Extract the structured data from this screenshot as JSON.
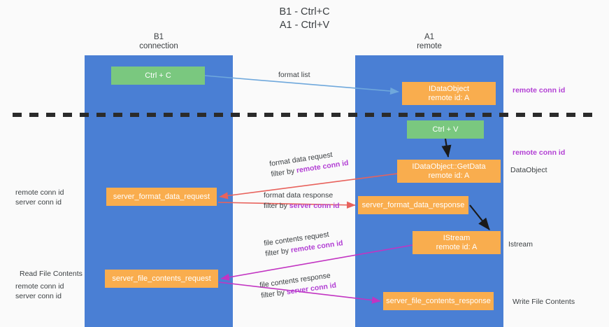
{
  "title": {
    "line1": "B1 - Ctrl+C",
    "line2": "A1 - Ctrl+V"
  },
  "columns": {
    "left": {
      "name": "B1",
      "role": "connection",
      "color": "#4a7fd4"
    },
    "right": {
      "name": "A1",
      "role": "remote",
      "color": "#4a7fd4"
    }
  },
  "colors": {
    "lane": "#4a7fd4",
    "green_box": "#7ac87f",
    "orange_box": "#f9ad4e",
    "remote_conn_id": "#b23fd4",
    "server_conn_id": "#6aa84f",
    "arrow_blue": "#6fa8dc",
    "arrow_red": "#e8625c",
    "arrow_magenta": "#c234c2",
    "arrow_black": "#1a1a1a",
    "divider": "#2b2b2b"
  },
  "boxes": {
    "ctrl_c": {
      "label": "Ctrl + C",
      "style": "green"
    },
    "idataobject": {
      "label": "IDataObject",
      "sub": "remote id: A",
      "style": "orange"
    },
    "ctrl_v": {
      "label": "Ctrl + V",
      "style": "green"
    },
    "getdata": {
      "label": "IDataObject::GetData",
      "sub": "remote id: A",
      "style": "orange"
    },
    "server_format_data_request": {
      "label": "server_format_data_request",
      "style": "orange"
    },
    "server_format_data_response": {
      "label": "server_format_data_response",
      "style": "orange"
    },
    "istream": {
      "label": "IStream",
      "sub": "remote id: A",
      "style": "orange"
    },
    "server_file_contents_request": {
      "label": "server_file_contents_request",
      "style": "orange"
    },
    "server_file_contents_response": {
      "label": "server_file_contents_response",
      "style": "orange"
    }
  },
  "edges": {
    "format_list": {
      "label": "format list"
    },
    "format_data_request": {
      "label": "format data request",
      "filter_prefix": "filter by ",
      "filter_key": "remote conn id"
    },
    "format_data_response": {
      "label": "format data response",
      "filter_prefix": "filter by ",
      "filter_key": "server conn id"
    },
    "file_contents_request": {
      "label": "file contents request",
      "filter_prefix": "filter by ",
      "filter_key": "remote conn id"
    },
    "file_contents_response": {
      "label": "file contents response",
      "filter_prefix": "filter by ",
      "filter_key": "server conn id"
    }
  },
  "annotations": {
    "right_remote_conn_id_top": "remote conn id",
    "right_remote_conn_id_mid": "remote conn id",
    "right_dataobject": "DataObject",
    "right_istream": "Istream",
    "right_write_file_contents": "Write File Contents",
    "left_remote_conn_id": "remote conn id",
    "left_server_conn_id": "server conn id",
    "left_read_file_contents": "Read File Contents",
    "left_remote_conn_id_2": "remote conn id",
    "left_server_conn_id_2": "server conn id"
  }
}
